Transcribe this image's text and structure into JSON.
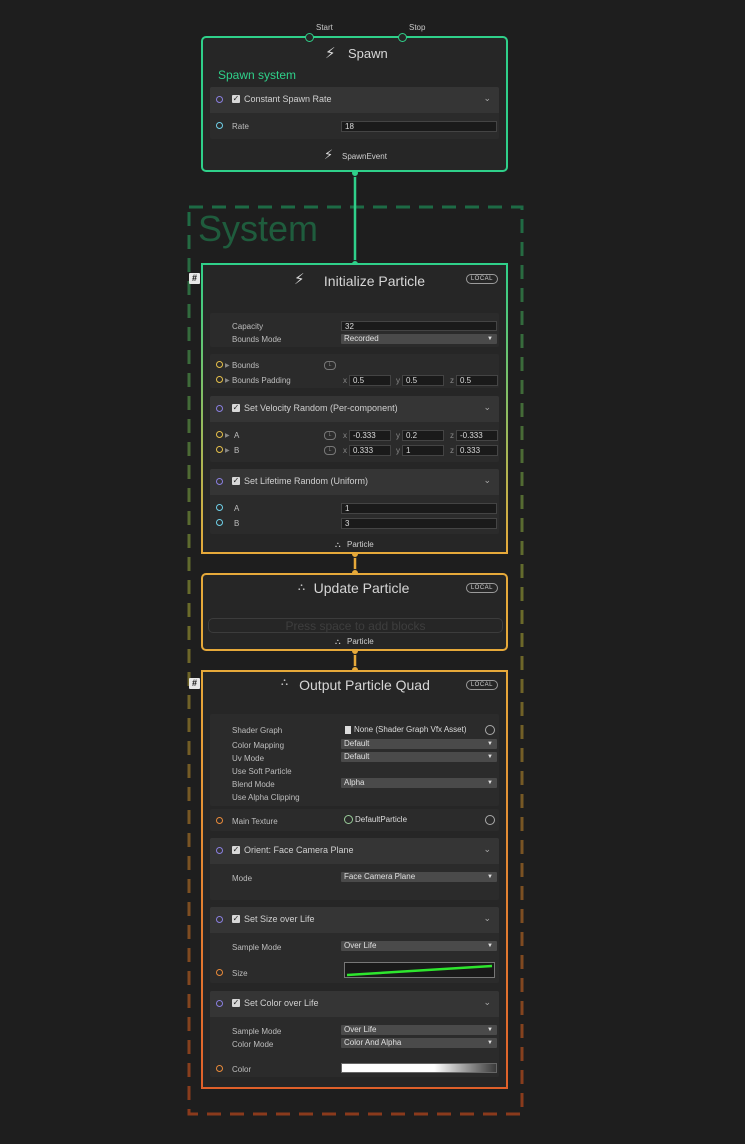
{
  "spawn": {
    "title": "Spawn",
    "start_label": "Start",
    "stop_label": "Stop",
    "subtitle": "Spawn system",
    "block_title": "Constant Spawn Rate",
    "rate_label": "Rate",
    "rate_value": "18",
    "event_label": "SpawnEvent"
  },
  "system": {
    "title": "System"
  },
  "init": {
    "title": "Initialize Particle",
    "badge": "LOCAL",
    "capacity_label": "Capacity",
    "capacity_value": "32",
    "bounds_mode_label": "Bounds Mode",
    "bounds_mode_value": "Recorded",
    "bounds_label": "Bounds",
    "bounds_padding_label": "Bounds Padding",
    "bounds_padding": {
      "x": "0.5",
      "y": "0.5",
      "z": "0.5"
    },
    "velocity_block": "Set Velocity Random (Per-component)",
    "vel_a_label": "A",
    "vel_a": {
      "x": "-0.333",
      "y": "0.2",
      "z": "-0.333"
    },
    "vel_b_label": "B",
    "vel_b": {
      "x": "0.333",
      "y": "1",
      "z": "0.333"
    },
    "lifetime_block": "Set Lifetime Random (Uniform)",
    "life_a_label": "A",
    "life_a_value": "1",
    "life_b_label": "B",
    "life_b_value": "3",
    "flow_label": "Particle"
  },
  "update": {
    "title": "Update Particle",
    "badge": "LOCAL",
    "placeholder": "Press space to add blocks",
    "flow_label": "Particle"
  },
  "output": {
    "title": "Output Particle Quad",
    "badge": "LOCAL",
    "shader_graph_label": "Shader Graph",
    "shader_graph_value": "None (Shader Graph Vfx Asset)",
    "color_mapping_label": "Color Mapping",
    "color_mapping_value": "Default",
    "uv_mode_label": "Uv Mode",
    "uv_mode_value": "Default",
    "soft_particle_label": "Use Soft Particle",
    "blend_mode_label": "Blend Mode",
    "blend_mode_value": "Alpha",
    "alpha_clipping_label": "Use Alpha Clipping",
    "main_texture_label": "Main Texture",
    "main_texture_value": "DefaultParticle",
    "orient_block": "Orient: Face Camera Plane",
    "orient_mode_label": "Mode",
    "orient_mode_value": "Face Camera Plane",
    "size_block": "Set Size over Life",
    "size_sample_label": "Sample Mode",
    "size_sample_value": "Over Life",
    "size_label": "Size",
    "color_block": "Set Color over Life",
    "color_sample_label": "Sample Mode",
    "color_sample_value": "Over Life",
    "color_mode_label": "Color Mode",
    "color_mode_value": "Color And Alpha",
    "color_label": "Color"
  },
  "axis": {
    "x": "x",
    "y": "y",
    "z": "z"
  },
  "icons": {
    "lock": "L",
    "hash": "#"
  },
  "colors": {
    "green": "#2fd08a",
    "yellow": "#e6a93a",
    "orange": "#e0602a",
    "system_dash_top": "#1d6b45",
    "system_dash_bottom": "#8a3a1c"
  }
}
